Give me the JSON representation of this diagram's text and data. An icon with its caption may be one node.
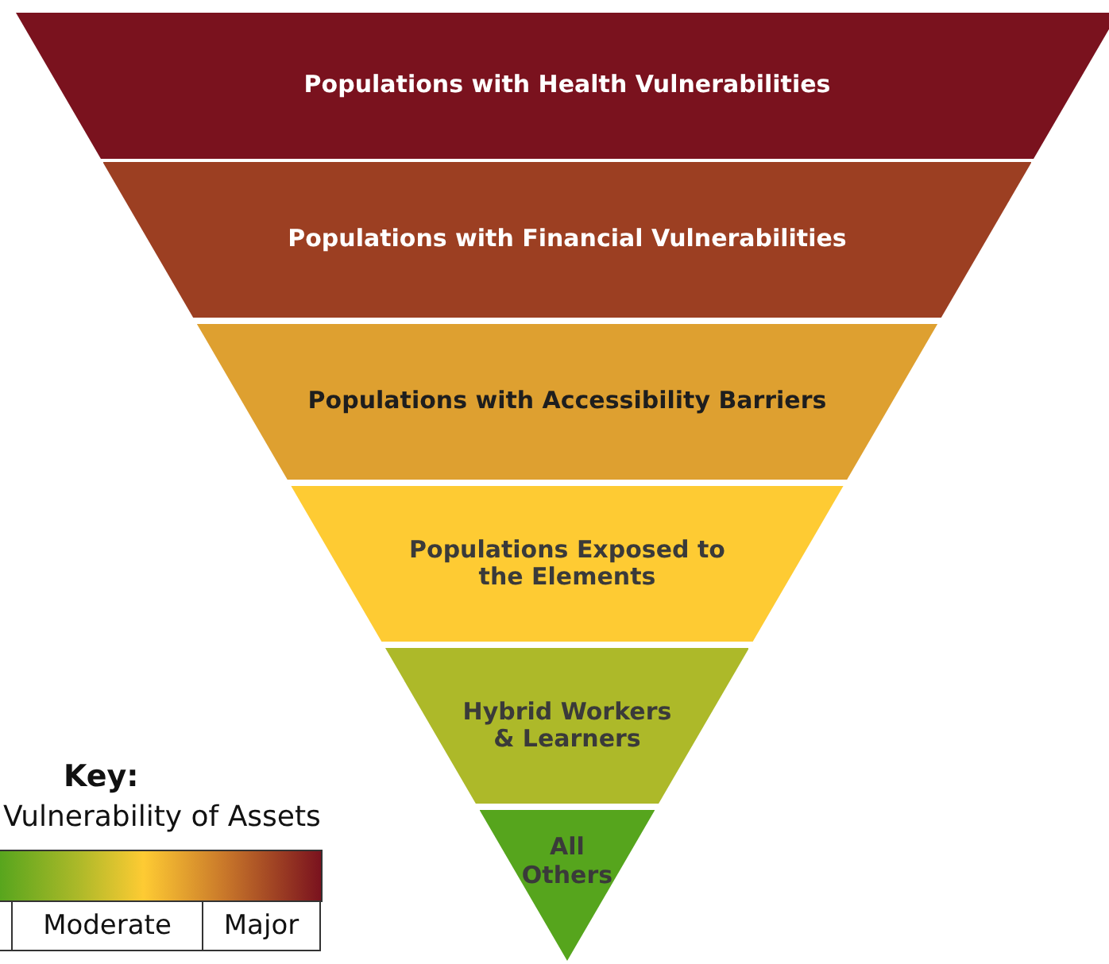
{
  "diagram": {
    "nodes": [
      {
        "text": [
          "Populations with Health Vulnerabilities"
        ]
      },
      {
        "text": [
          "Populations with Financial Vulnerabilities"
        ]
      },
      {
        "text": [
          "Populations with Accessibility Barriers"
        ]
      },
      {
        "text": [
          "Populations Exposed to the Elements"
        ]
      },
      {
        "text": [
          "Hybrid Workers & Learners"
        ]
      },
      {
        "text": [
          "All Others"
        ]
      }
    ],
    "edges": [],
    "labels": [
      "Key:",
      "Vulnerability of Assets",
      "Moderate",
      "Major"
    ]
  }
}
